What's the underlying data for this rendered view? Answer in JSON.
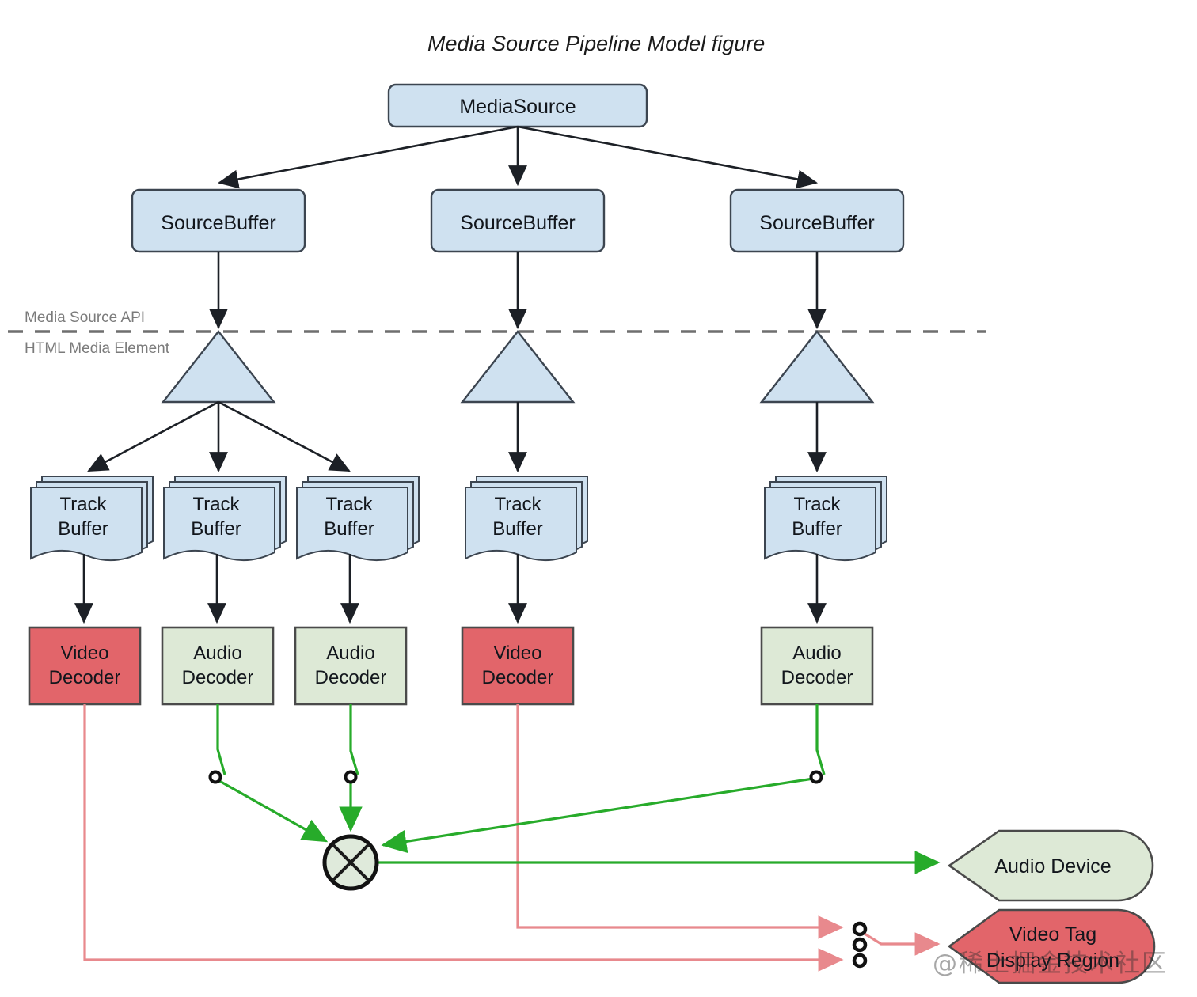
{
  "figure": {
    "title": "Media Source Pipeline Model figure",
    "watermark": "@稀土掘金技术社区"
  },
  "boundary": {
    "above_label": "Media Source API",
    "below_label": "HTML Media Element"
  },
  "colors": {
    "blue": "#cfe1f0",
    "red": "#e2656a",
    "green": "#dde9d6",
    "green_line": "#27ab2a",
    "red_line": "#e8898d",
    "black_line": "#1c2026",
    "dash": "#6f6f6f"
  },
  "nodes": {
    "media_source": {
      "label": "MediaSource"
    },
    "source_buffers": [
      {
        "label": "SourceBuffer"
      },
      {
        "label": "SourceBuffer"
      },
      {
        "label": "SourceBuffer"
      }
    ],
    "track_buffers": [
      {
        "line1": "Track",
        "line2": "Buffer"
      },
      {
        "line1": "Track",
        "line2": "Buffer"
      },
      {
        "line1": "Track",
        "line2": "Buffer"
      },
      {
        "line1": "Track",
        "line2": "Buffer"
      },
      {
        "line1": "Track",
        "line2": "Buffer"
      }
    ],
    "decoders": [
      {
        "line1": "Video",
        "line2": "Decoder",
        "kind": "video"
      },
      {
        "line1": "Audio",
        "line2": "Decoder",
        "kind": "audio"
      },
      {
        "line1": "Audio",
        "line2": "Decoder",
        "kind": "audio"
      },
      {
        "line1": "Video",
        "line2": "Decoder",
        "kind": "video"
      },
      {
        "line1": "Audio",
        "line2": "Decoder",
        "kind": "audio"
      }
    ],
    "outputs": [
      {
        "label": "Audio Device",
        "kind": "audio"
      },
      {
        "line1": "Video Tag",
        "line2": "Display Region",
        "kind": "video"
      }
    ]
  }
}
